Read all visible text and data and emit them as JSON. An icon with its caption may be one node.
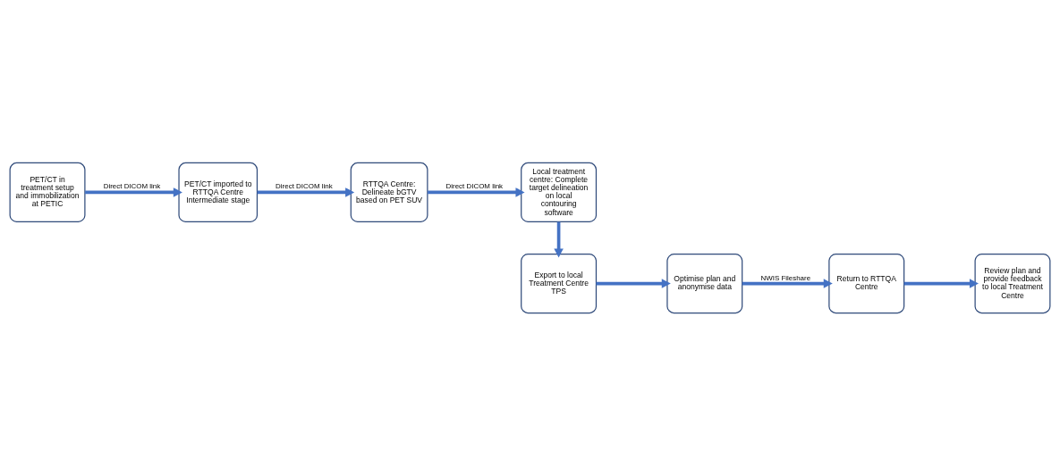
{
  "diagram": {
    "nodes": [
      {
        "text": [
          "PET/CT in treatment setup and immobilization at PETIC"
        ]
      },
      {
        "text": [
          "PET/CT imported to RTTQA Centre Intermediate stage"
        ]
      },
      {
        "text": [
          "RTTQA Centre: Delineate bGTV based on PET SUV"
        ]
      },
      {
        "text": [
          "Local treatment centre: Complete target delineation on local contouring software"
        ]
      },
      {
        "text": [
          "Export to local Treatment Centre TPS"
        ]
      },
      {
        "text": [
          "Optimise plan and anonymise data"
        ]
      },
      {
        "text": [
          "Return to RTTQA Centre"
        ]
      },
      {
        "text": [
          "Review plan and provide feedback to local Treatment Centre"
        ]
      }
    ],
    "edges": [
      {
        "from": 0,
        "to": 1,
        "arrow": "to",
        "label": "Direct DICOM link"
      },
      {
        "from": 1,
        "to": 2,
        "arrow": "to",
        "label": "Direct DICOM link"
      },
      {
        "from": 2,
        "to": 3,
        "arrow": "to",
        "label": "Direct DICOM link"
      },
      {
        "from": 3,
        "to": 4,
        "arrow": "to"
      },
      {
        "from": 4,
        "to": 5,
        "arrow": "to"
      },
      {
        "from": 5,
        "to": 6,
        "arrow": "to",
        "label": "NWIS Fileshare"
      },
      {
        "from": 6,
        "to": 7,
        "arrow": "to"
      }
    ]
  }
}
